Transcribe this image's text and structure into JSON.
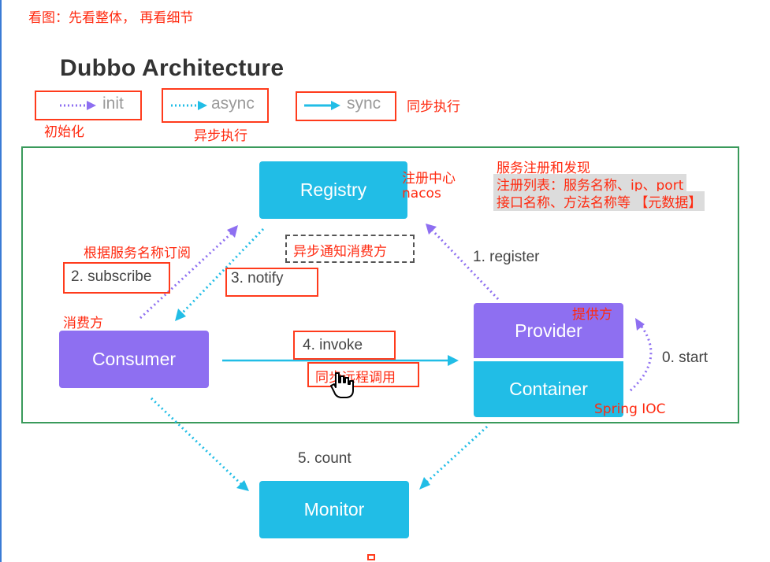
{
  "top_note": "看图：先看整体， 再看细节",
  "title": "Dubbo Architecture",
  "legend": {
    "init": "init",
    "init_note": "初始化",
    "async": "async",
    "async_note": "异步执行",
    "sync": "sync",
    "sync_note": "同步执行"
  },
  "nodes": {
    "registry": "Registry",
    "consumer": "Consumer",
    "provider": "Provider",
    "container": "Container",
    "monitor": "Monitor"
  },
  "steps": {
    "start": "0. start",
    "register": "1. register",
    "subscribe": "2. subscribe",
    "notify": "3. notify",
    "invoke": "4. invoke",
    "count": "5. count"
  },
  "annotations": {
    "registry_note": [
      "注册中心",
      "nacos"
    ],
    "discovery": [
      "服务注册和发现",
      "注册列表：服务名称、ip、port",
      "接口名称、方法名称等 【元数据】"
    ],
    "subscribe_note": "根据服务名称订阅",
    "notify_note": "异步通知消费方",
    "consumer_note": "消费方",
    "provider_note": "提供方",
    "invoke_note": "同步远程调用",
    "ioc_note": "Spring  IOC"
  },
  "colors": {
    "cyan": "#21bde6",
    "purple": "#8e6ff1",
    "annotation_red": "#ff2a10",
    "frame_green": "#3a9a5b"
  },
  "icons": [
    "hand-cursor-icon"
  ]
}
